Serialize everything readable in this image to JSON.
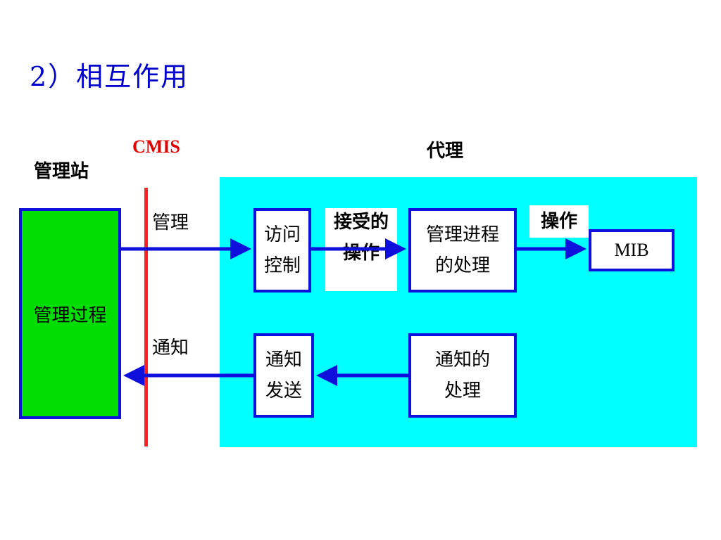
{
  "title": "2）相互作用",
  "labels": {
    "manager_station": "管理站",
    "cmis": "CMIS",
    "agent": "代理",
    "manage": "管理",
    "notify": "通知",
    "accepted_op_1": "接受的",
    "accepted_op_2": "操作",
    "operation": "操作"
  },
  "boxes": {
    "mgmt_process": "管理过程",
    "access_control_1": "访问",
    "access_control_2": "控制",
    "mgmt_process_handling_1": "管理进程",
    "mgmt_process_handling_2": "的处理",
    "mib": "MIB",
    "notify_send_1": "通知",
    "notify_send_2": "发送",
    "notify_handling_1": "通知的",
    "notify_handling_2": "处理"
  },
  "colors": {
    "title": "#0000cc",
    "agent_area": "#00ffff",
    "process_box": "#00dd00",
    "border": "#1010dd",
    "cmis_line": "#ff2020"
  }
}
